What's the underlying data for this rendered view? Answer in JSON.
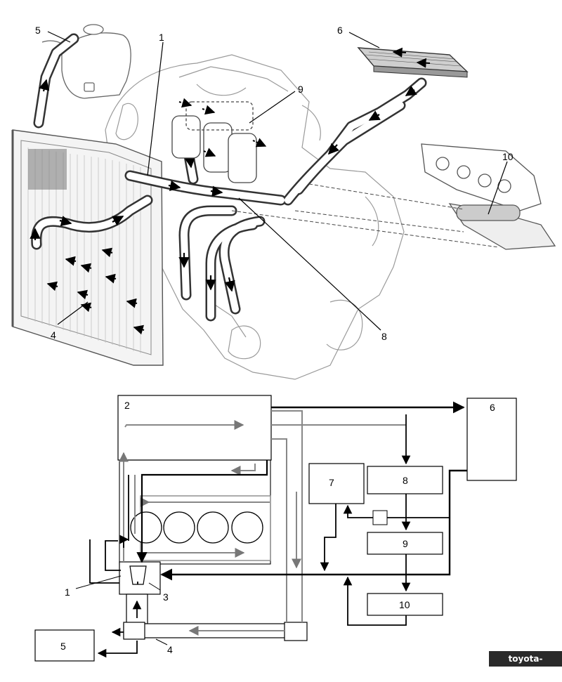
{
  "upper_callouts": [
    "1",
    "4",
    "5",
    "6",
    "8",
    "9",
    "10"
  ],
  "lower_boxes": {
    "b2": "2",
    "b5": "5",
    "b6": "6",
    "b7": "7",
    "b8": "8",
    "b9": "9",
    "b10": "10"
  },
  "lower_callouts": {
    "c1": "1",
    "c3": "3",
    "c4": "4"
  },
  "watermark": "toyota-club.net"
}
